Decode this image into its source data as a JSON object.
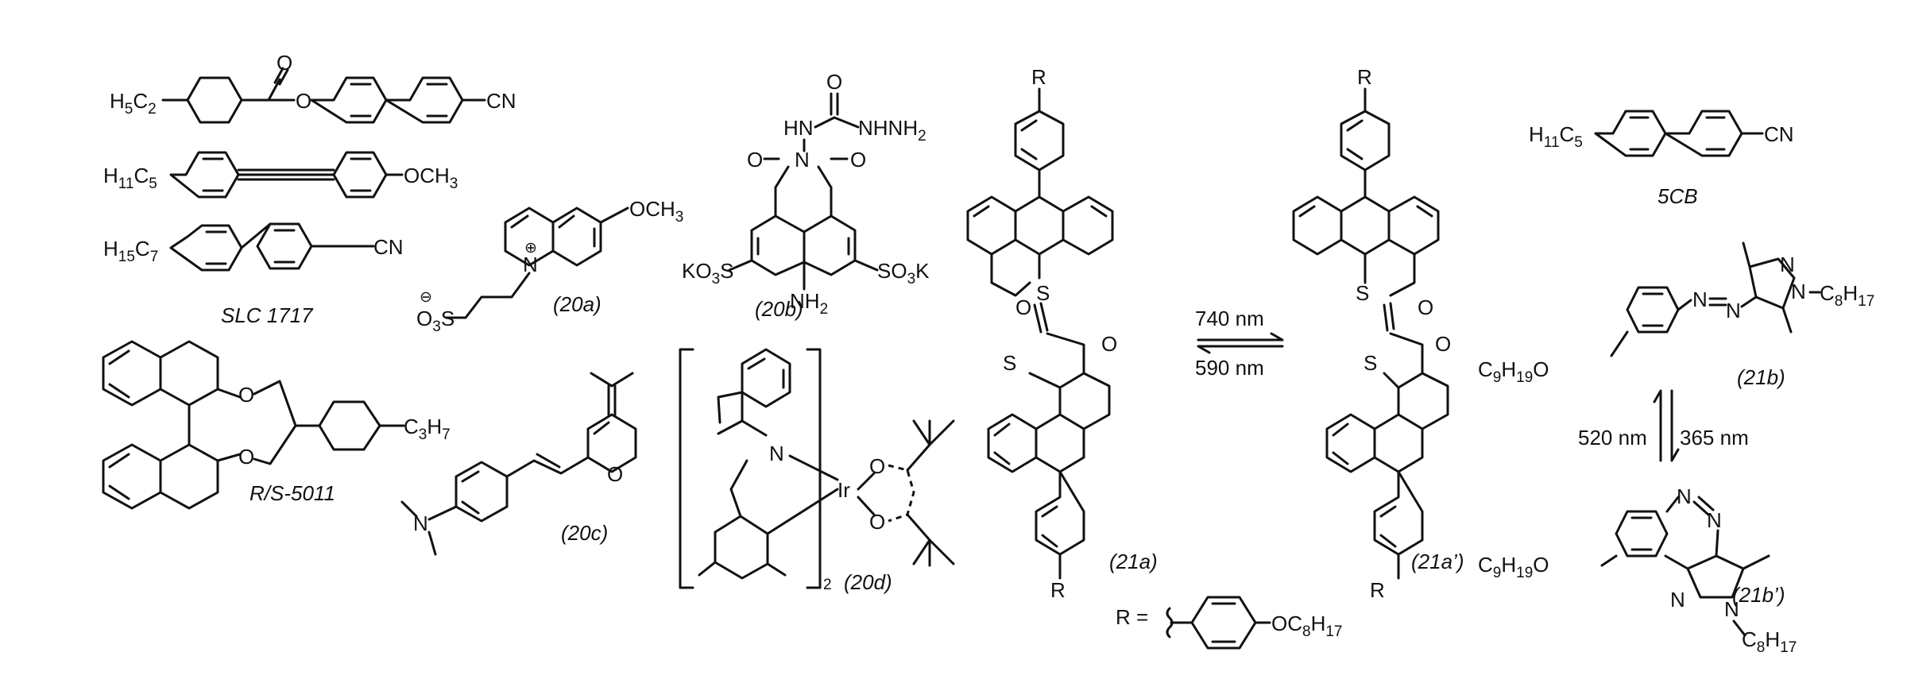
{
  "slc": {
    "m1": {
      "prefix": "H",
      "prefix_sub": "5",
      "prefix_c": "C",
      "prefix_sub2": "2",
      "o": "O",
      "o2": "O",
      "cn": "CN"
    },
    "m2": {
      "prefix": "H",
      "prefix_sub": "11",
      "prefix_c": "C",
      "prefix_sub2": "5",
      "tail": "OCH",
      "tail_sub": "3"
    },
    "m3": {
      "prefix": "H",
      "prefix_sub": "15",
      "prefix_c": "C",
      "prefix_sub2": "7",
      "cn": "CN"
    },
    "caption": "SLC 1717"
  },
  "rs5011": {
    "o1": "O",
    "o2": "O",
    "tail": "C",
    "tail_sub": "3",
    "tail_h": "H",
    "tail_sub2": "7",
    "caption": "R/S-5011"
  },
  "c20a": {
    "n": "N",
    "plus": "⊕",
    "minus": "⊖",
    "tail": "OCH",
    "tail_sub": "3",
    "so3": "O",
    "so3_sub": "3",
    "so3_s": "S",
    "caption": "(20a)"
  },
  "c20b": {
    "o1": "O",
    "o2": "O",
    "o3": "O",
    "n": "N",
    "hn": "HN",
    "nhnh": "NHNH",
    "nhnh_sub": "2",
    "kso3l": "KO",
    "kso3l_sub": "3",
    "kso3l_s": "S",
    "so3kr": "SO",
    "so3kr_sub": "3",
    "so3kr_k": "K",
    "nh2": "NH",
    "nh2_sub": "2",
    "caption": "(20b)"
  },
  "c20c": {
    "n": "N",
    "o": "O",
    "caption": "(20c)"
  },
  "c20d": {
    "n": "N",
    "ir": "Ir",
    "o1": "O",
    "o2": "O",
    "sub": "2",
    "caption": "(20d)"
  },
  "c21a": {
    "r_top": "R",
    "r_bot": "R",
    "s1": "S",
    "s2": "S",
    "o1": "O",
    "o2": "O",
    "caption": "(21a)"
  },
  "c21ap": {
    "r_top": "R",
    "r_bot": "R",
    "s1": "S",
    "s2": "S",
    "o1": "O",
    "o2": "O",
    "caption": "(21a’)"
  },
  "arrow21a": {
    "forward": "740 nm",
    "back": "590 nm"
  },
  "rdef": {
    "r": "R =",
    "tail": "OC",
    "tail_sub": "8",
    "tail_h": "H",
    "tail_sub2": "17"
  },
  "c5cb": {
    "prefix": "H",
    "prefix_sub": "11",
    "prefix_c": "C",
    "prefix_sub2": "5",
    "cn": "CN",
    "caption": "5CB"
  },
  "c21b": {
    "n1": "N",
    "n2": "N",
    "n3": "N",
    "n4": "N",
    "r": "C",
    "r_sub": "8",
    "r_h": "H",
    "r_sub2": "17",
    "o": "C",
    "o_sub": "9",
    "o_h": "H",
    "o_sub2": "19",
    "o_o": "O",
    "caption": "(21b)"
  },
  "arrow21b": {
    "up": "520 nm",
    "down": "365 nm"
  },
  "c21bp": {
    "n1": "N",
    "n2": "N",
    "n3": "N",
    "n4": "N",
    "r": "C",
    "r_sub": "8",
    "r_h": "H",
    "r_sub2": "17",
    "o": "C",
    "o_sub": "9",
    "o_h": "H",
    "o_sub2": "19",
    "o_o": "O",
    "caption": "(21b’)"
  }
}
